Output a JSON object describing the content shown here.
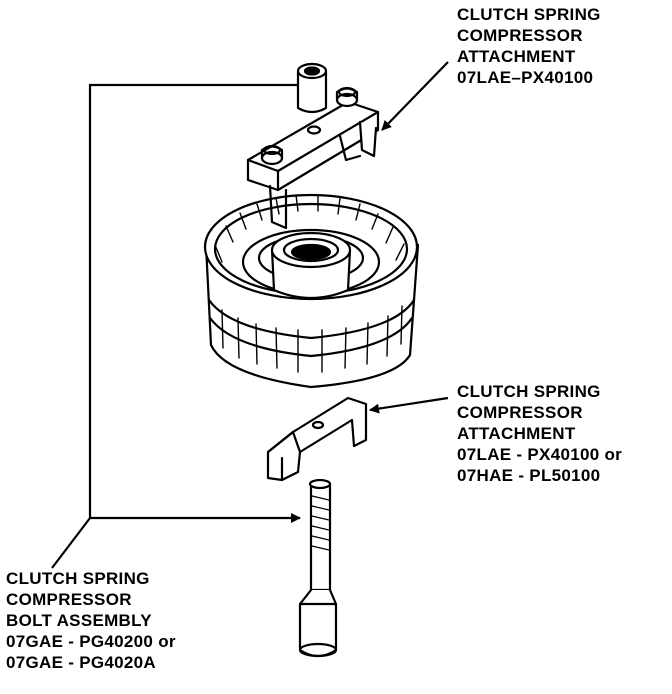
{
  "labels": {
    "top_attachment": {
      "lines": [
        "CLUTCH SPRING",
        "COMPRESSOR",
        "ATTACHMENT",
        "07LAE–PX40100"
      ]
    },
    "bottom_attachment": {
      "lines": [
        "CLUTCH SPRING",
        "COMPRESSOR",
        "ATTACHMENT",
        "07LAE - PX40100 or",
        "07HAE - PL50100"
      ]
    },
    "bolt_assembly": {
      "lines": [
        "CLUTCH SPRING",
        "COMPRESSOR",
        "BOLT ASSEMBLY",
        "07GAE - PG40200 or",
        "07GAE - PG4020A"
      ]
    }
  },
  "colors": {
    "ink": "#000000",
    "paper": "#ffffff"
  }
}
